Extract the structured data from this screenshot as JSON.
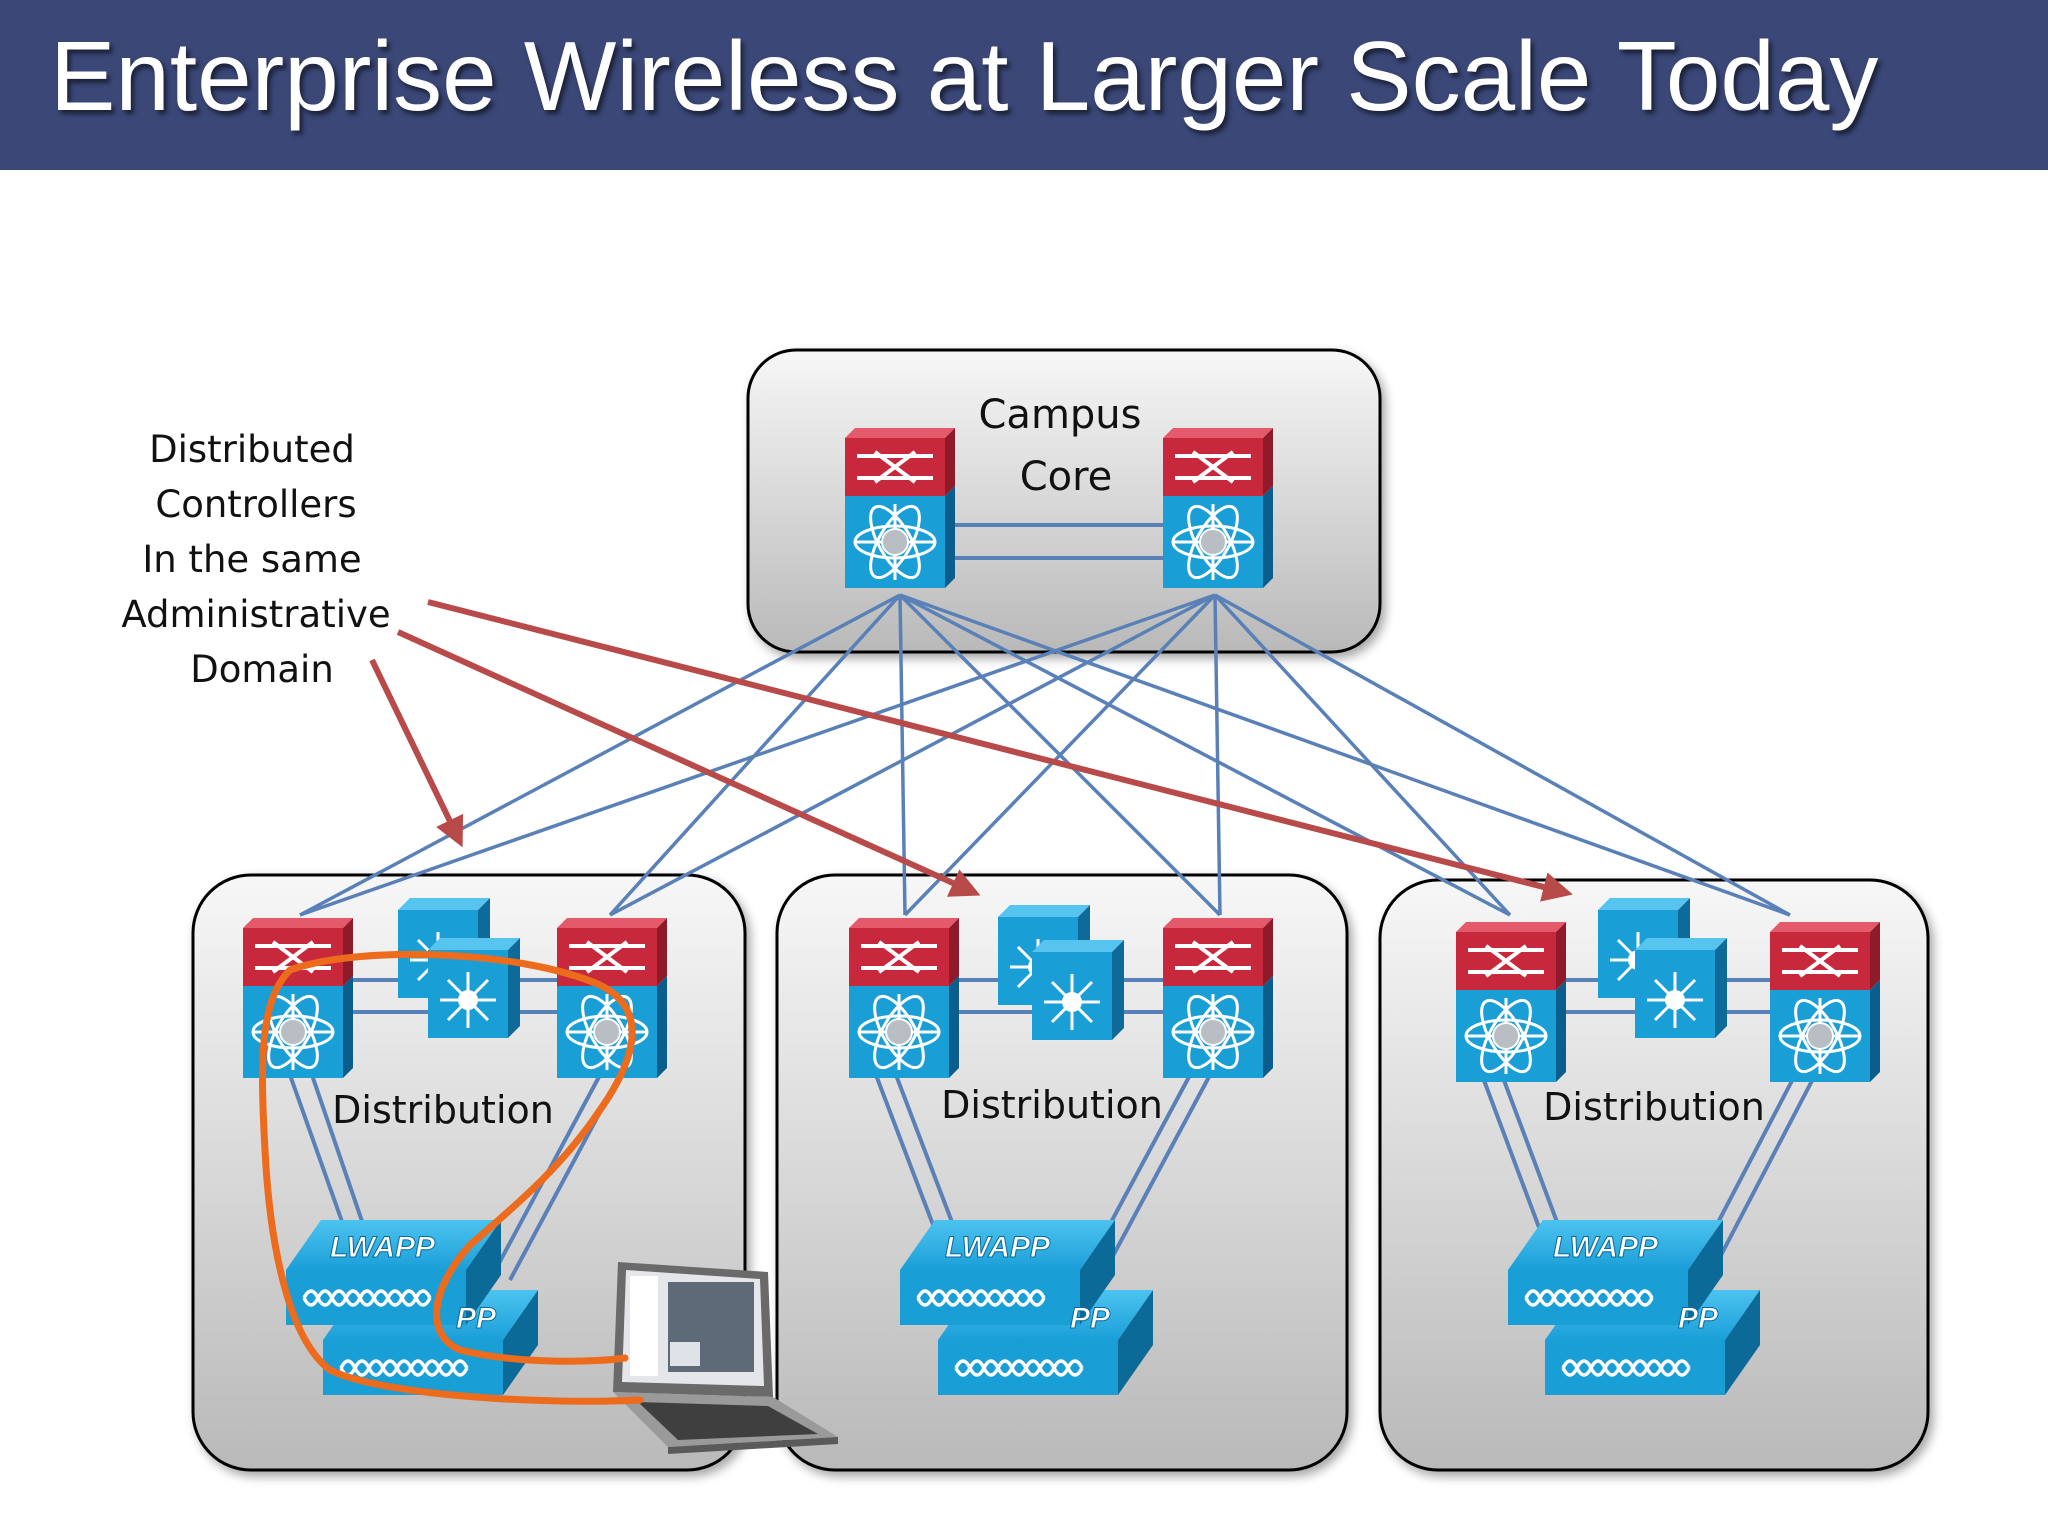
{
  "title": "Enterprise Wireless at Larger Scale Today",
  "core": {
    "label_line1": "Campus",
    "label_line2": "Core"
  },
  "callout": {
    "lines": [
      "Distributed",
      "Controllers",
      "In the same",
      "Administrative",
      "Domain"
    ]
  },
  "blocks": [
    {
      "label": "Distribution"
    },
    {
      "label": "Distribution"
    },
    {
      "label": "Distribution"
    }
  ],
  "access_switch_label": "LWAPP",
  "access_switch_label_partial": "PP",
  "colors": {
    "banner": "#3a4777",
    "link": "#5a80b8",
    "callout_arrow": "#b84a4a",
    "roam_path": "#ec6b1c",
    "router_red": "#c8283c",
    "switch_blue": "#1a9ed6"
  }
}
